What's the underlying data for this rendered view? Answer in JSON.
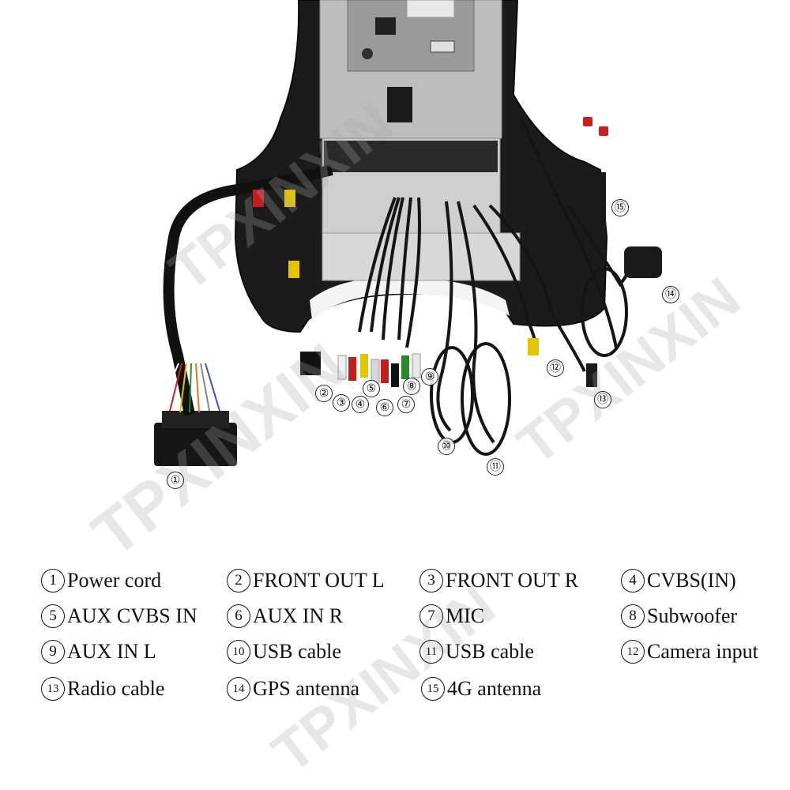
{
  "watermark": "TPXINXIN",
  "callouts": [
    "①",
    "②",
    "③",
    "④",
    "⑤",
    "⑥",
    "⑦",
    "⑧",
    "⑨",
    "⑩",
    "⑪",
    "⑫",
    "⑬",
    "⑭",
    "⑮"
  ],
  "legend": [
    {
      "num": "1",
      "label": "Power cord"
    },
    {
      "num": "2",
      "label": "FRONT OUT L"
    },
    {
      "num": "3",
      "label": "FRONT OUT R"
    },
    {
      "num": "4",
      "label": "CVBS(IN)"
    },
    {
      "num": "5",
      "label": "AUX CVBS IN"
    },
    {
      "num": "6",
      "label": "AUX IN R"
    },
    {
      "num": "7",
      "label": "MIC"
    },
    {
      "num": "8",
      "label": "Subwoofer"
    },
    {
      "num": "9",
      "label": "AUX IN L"
    },
    {
      "num": "10",
      "label": "USB cable"
    },
    {
      "num": "11",
      "label": "USB cable"
    },
    {
      "num": "12",
      "label": "Camera input"
    },
    {
      "num": "13",
      "label": "Radio cable"
    },
    {
      "num": "14",
      "label": "GPS antenna"
    },
    {
      "num": "15",
      "label": "4G antenna"
    }
  ]
}
